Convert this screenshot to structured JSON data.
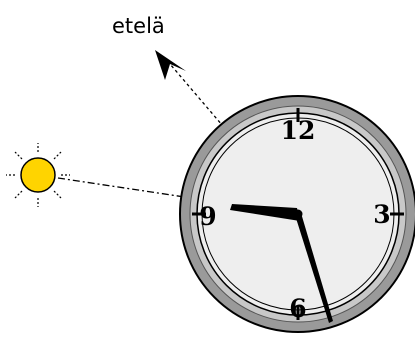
{
  "direction_label": "etelä",
  "clock": {
    "numerals": {
      "twelve": "12",
      "three": "3",
      "six": "6",
      "nine": "9"
    },
    "time_shown": "9:28"
  },
  "colors": {
    "sun_fill": "#ffd400",
    "sun_outline": "#000000",
    "bezel": "#9a9a9a",
    "bezel_inner": "#c8c8c8",
    "dial": "#eeeeee",
    "hands": "#000000",
    "pointer_line": "#000000"
  }
}
